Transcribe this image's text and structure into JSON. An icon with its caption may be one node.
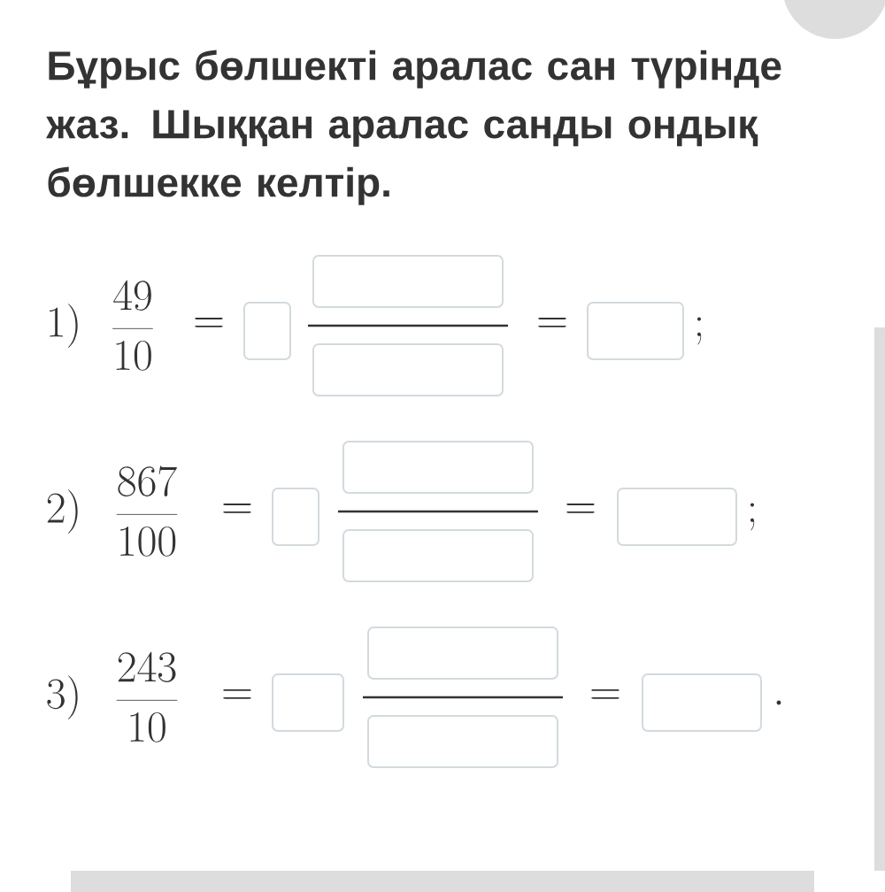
{
  "diagram": {
    "title": "Бұрыс бөлшекті аралас сан түрінде жаз. Шыққан аралас санды ондық бөлшекке келтір.",
    "labels": [
      "1)",
      "\\frac{49}{10}",
      "=",
      "=",
      ";",
      "2)",
      "\\frac{867}{100}",
      "=",
      "=",
      ";",
      "3)",
      "\\frac{243}{10}",
      "=",
      "=",
      "."
    ]
  }
}
